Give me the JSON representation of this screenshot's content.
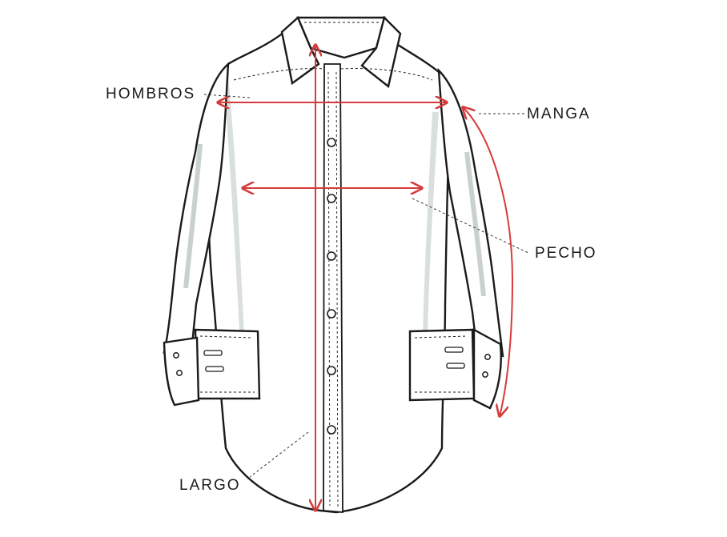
{
  "labels": {
    "shoulders": "HOMBROS",
    "sleeve": "MANGA",
    "chest": "PECHO",
    "length": "LARGO"
  },
  "colors": {
    "outline": "#1a1a1a",
    "shade": "#c9d1cf",
    "measure": "#d63a3a",
    "leader": "#333333"
  }
}
